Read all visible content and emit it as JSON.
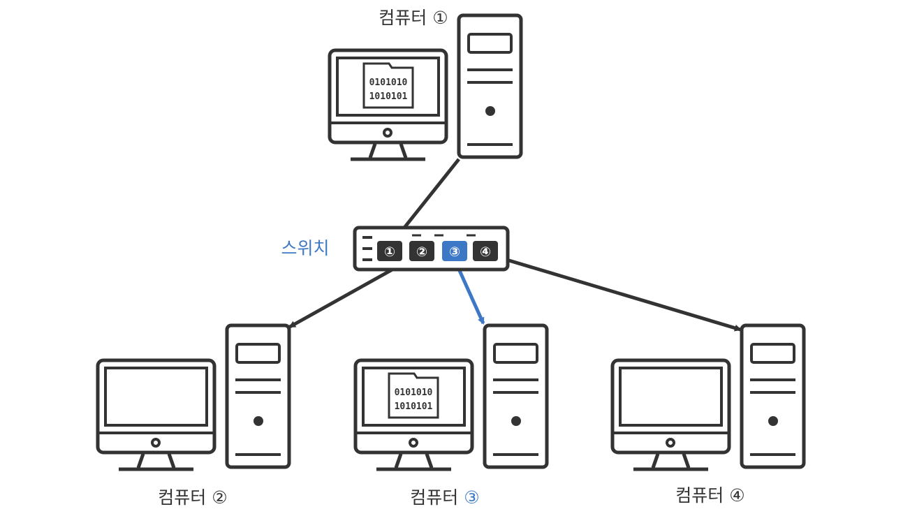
{
  "colors": {
    "stroke": "#333333",
    "accent": "#3d78c6",
    "background": "#ffffff"
  },
  "switch": {
    "label": "스위치",
    "ports": [
      {
        "label": "①",
        "highlighted": false
      },
      {
        "label": "②",
        "highlighted": false
      },
      {
        "label": "③",
        "highlighted": true
      },
      {
        "label": "④",
        "highlighted": false
      }
    ]
  },
  "computers": [
    {
      "name": "컴퓨터",
      "number": "①",
      "has_file": true,
      "highlighted": false
    },
    {
      "name": "컴퓨터",
      "number": "②",
      "has_file": false,
      "highlighted": false
    },
    {
      "name": "컴퓨터",
      "number": "③",
      "has_file": true,
      "highlighted": true
    },
    {
      "name": "컴퓨터",
      "number": "④",
      "has_file": false,
      "highlighted": false
    }
  ],
  "file_icon": {
    "line1": "0101010",
    "line2": "1010101"
  },
  "connections": [
    {
      "from": "computer-1",
      "to": "switch-port-1",
      "highlighted": false
    },
    {
      "from": "switch-port-2",
      "to": "computer-2",
      "highlighted": false
    },
    {
      "from": "switch-port-3",
      "to": "computer-3",
      "highlighted": true
    },
    {
      "from": "switch-port-4",
      "to": "computer-4",
      "highlighted": false
    }
  ]
}
